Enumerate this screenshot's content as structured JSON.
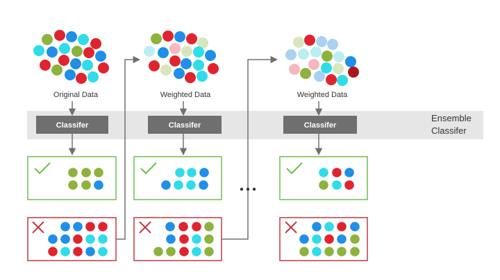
{
  "colors": {
    "red": "#e0242f",
    "blue": "#1f8fe8",
    "cyan": "#2fdce8",
    "green": "#8db33c",
    "dark_red": "#a8181f",
    "dark_green": "#6f8f2c",
    "lt_red": "#f4b8be",
    "lt_blue": "#a9d2f2",
    "lt_cyan": "#b9eef2",
    "lt_green": "#d7e6bd",
    "band": "#e6e6e6",
    "classifier_box": "#6f6f6f",
    "correct_border": "#6bbf4a",
    "wrong_border": "#c0393f",
    "arrow": "#707070"
  },
  "labels": {
    "original": "Original Data",
    "weighted1": "Weighted Data",
    "weighted2": "Weighted Data",
    "classifier1": "Classifer",
    "classifier2": "Classifer",
    "classifier3": "Classifer",
    "ensemble_line1": "Ensemble",
    "ensemble_line2": "Classifer",
    "ellipsis": "..."
  },
  "clusters": [
    {
      "name": "original-data-cluster",
      "dots": [
        [
          "green",
          68,
          57
        ],
        [
          "red",
          86,
          51
        ],
        [
          "blue",
          103,
          53
        ],
        [
          "cyan",
          120,
          57
        ],
        [
          "red",
          138,
          63
        ],
        [
          "cyan",
          56,
          73
        ],
        [
          "blue",
          75,
          75
        ],
        [
          "cyan",
          93,
          70
        ],
        [
          "green",
          111,
          74
        ],
        [
          "red",
          128,
          76
        ],
        [
          "blue",
          145,
          81
        ],
        [
          "red",
          65,
          94
        ],
        [
          "green",
          82,
          101
        ],
        [
          "red",
          92,
          87
        ],
        [
          "blue",
          109,
          92
        ],
        [
          "cyan",
          126,
          94
        ],
        [
          "red",
          149,
          98
        ],
        [
          "blue",
          101,
          108
        ],
        [
          "red",
          117,
          113
        ],
        [
          "cyan",
          134,
          111
        ]
      ]
    },
    {
      "name": "weighted-data-1-cluster",
      "dots": [
        [
          "green",
          225,
          56
        ],
        [
          "red",
          242,
          52
        ],
        [
          "blue",
          259,
          53
        ],
        [
          "red",
          276,
          56
        ],
        [
          "lt_green",
          292,
          62
        ],
        [
          "lt_cyan",
          215,
          74
        ],
        [
          "blue",
          235,
          76
        ],
        [
          "lt_red",
          252,
          70
        ],
        [
          "lt_green",
          269,
          74
        ],
        [
          "cyan",
          286,
          75
        ],
        [
          "blue",
          303,
          80
        ],
        [
          "red",
          222,
          95
        ],
        [
          "lt_green",
          239,
          101
        ],
        [
          "red",
          252,
          88
        ],
        [
          "blue",
          268,
          92
        ],
        [
          "cyan",
          286,
          94
        ],
        [
          "red",
          307,
          99
        ],
        [
          "blue",
          258,
          106
        ],
        [
          "red",
          274,
          112
        ],
        [
          "cyan",
          291,
          110
        ]
      ]
    },
    {
      "name": "weighted-data-2-cluster",
      "dots": [
        [
          "lt_green",
          430,
          61
        ],
        [
          "red",
          446,
          58
        ],
        [
          "lt_blue",
          463,
          60
        ],
        [
          "lt_blue",
          479,
          64
        ],
        [
          "lt_blue",
          419,
          79
        ],
        [
          "lt_cyan",
          437,
          78
        ],
        [
          "lt_cyan",
          455,
          75
        ],
        [
          "green",
          471,
          81
        ],
        [
          "lt_cyan",
          488,
          82
        ],
        [
          "blue",
          505,
          89
        ],
        [
          "lt_red",
          424,
          100
        ],
        [
          "green",
          440,
          106
        ],
        [
          "lt_red",
          452,
          93
        ],
        [
          "cyan",
          470,
          98
        ],
        [
          "lt_green",
          487,
          99
        ],
        [
          "dark_red",
          509,
          104
        ],
        [
          "lt_blue",
          460,
          110
        ],
        [
          "red",
          477,
          115
        ],
        [
          "cyan",
          493,
          116
        ]
      ]
    }
  ],
  "boxes": [
    {
      "name": "correct-box-1",
      "kind": "correct",
      "dots": [
        [
          "green",
          105,
          249
        ],
        [
          "green",
          124,
          249
        ],
        [
          "green",
          142,
          249
        ],
        [
          "green",
          105,
          267
        ],
        [
          "green",
          124,
          267
        ],
        [
          "blue",
          142,
          267
        ]
      ]
    },
    {
      "name": "wrong-box-1",
      "kind": "wrong",
      "dots": [
        [
          "blue",
          94,
          327
        ],
        [
          "blue",
          112,
          327
        ],
        [
          "red",
          130,
          327
        ],
        [
          "red",
          148,
          327
        ],
        [
          "blue",
          76,
          345
        ],
        [
          "blue",
          94,
          345
        ],
        [
          "red",
          112,
          345
        ],
        [
          "cyan",
          130,
          345
        ],
        [
          "cyan",
          148,
          345
        ],
        [
          "red",
          76,
          363
        ],
        [
          "cyan",
          94,
          363
        ],
        [
          "red",
          112,
          363
        ],
        [
          "blue",
          130,
          363
        ],
        [
          "cyan",
          148,
          363
        ]
      ]
    },
    {
      "name": "correct-box-2",
      "kind": "correct",
      "dots": [
        [
          "cyan",
          259,
          249
        ],
        [
          "cyan",
          276,
          249
        ],
        [
          "blue",
          294,
          249
        ],
        [
          "blue",
          239,
          267
        ],
        [
          "cyan",
          257,
          267
        ],
        [
          "cyan",
          275,
          267
        ],
        [
          "blue",
          293,
          267
        ]
      ]
    },
    {
      "name": "wrong-box-2",
      "kind": "wrong",
      "dots": [
        [
          "blue",
          245,
          327
        ],
        [
          "red",
          264,
          327
        ],
        [
          "red",
          283,
          327
        ],
        [
          "green",
          301,
          327
        ],
        [
          "blue",
          246,
          345
        ],
        [
          "red",
          265,
          345
        ],
        [
          "cyan",
          283,
          345
        ],
        [
          "green",
          301,
          345
        ],
        [
          "green",
          228,
          363
        ],
        [
          "green",
          246,
          363
        ],
        [
          "red",
          265,
          363
        ],
        [
          "cyan",
          283,
          363
        ],
        [
          "green",
          301,
          363
        ]
      ]
    },
    {
      "name": "correct-box-3",
      "kind": "correct",
      "dots": [
        [
          "cyan",
          466,
          249
        ],
        [
          "red",
          485,
          249
        ],
        [
          "blue",
          503,
          249
        ],
        [
          "green",
          466,
          267
        ],
        [
          "cyan",
          485,
          267
        ],
        [
          "red",
          503,
          267
        ]
      ]
    },
    {
      "name": "wrong-box-3",
      "kind": "wrong",
      "dots": [
        [
          "blue",
          456,
          327
        ],
        [
          "cyan",
          474,
          327
        ],
        [
          "red",
          492,
          327
        ],
        [
          "blue",
          511,
          327
        ],
        [
          "blue",
          438,
          345
        ],
        [
          "cyan",
          456,
          345
        ],
        [
          "red",
          474,
          345
        ],
        [
          "blue",
          492,
          345
        ],
        [
          "green",
          511,
          345
        ],
        [
          "green",
          438,
          363
        ],
        [
          "cyan",
          456,
          363
        ],
        [
          "green",
          474,
          363
        ],
        [
          "green",
          492,
          363
        ],
        [
          "green",
          511,
          363
        ]
      ]
    }
  ]
}
